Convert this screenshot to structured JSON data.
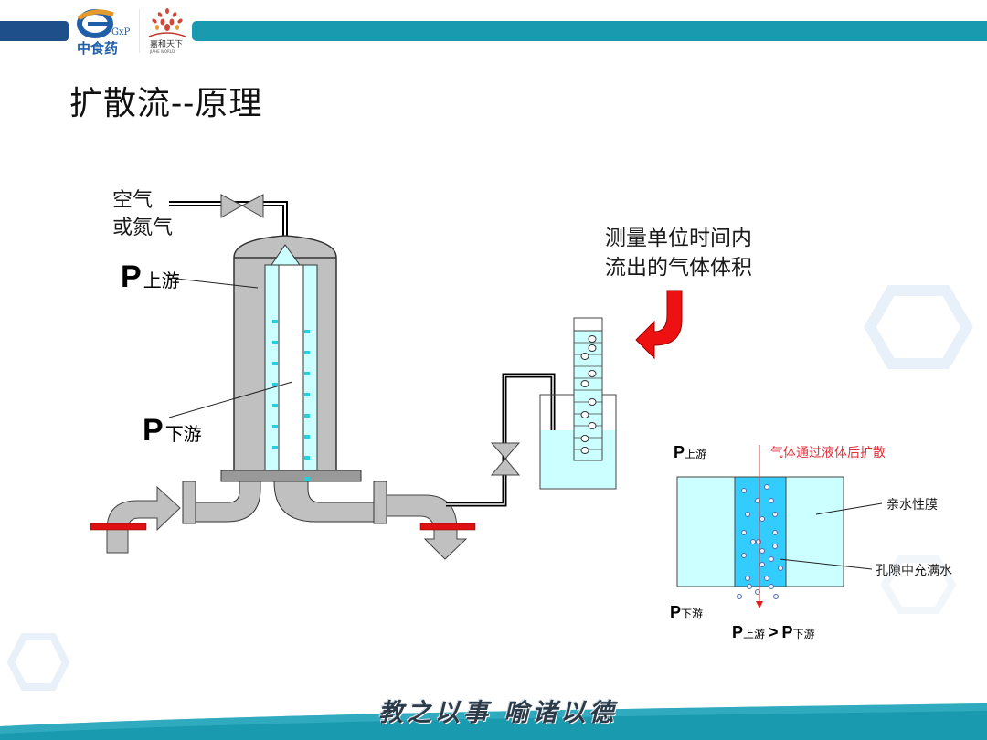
{
  "header": {
    "brand_left": {
      "name": "中食药",
      "tag": "GxP",
      "icon": "gxp-logo-icon"
    },
    "brand_right": {
      "name": "嘉和天下",
      "subtitle": "JIAHE WORLD",
      "icon": "tree-logo-icon"
    },
    "colors": {
      "left_bar": "#1e4f8a",
      "right_bar": "#1a9aae"
    }
  },
  "title": "扩散流--原理",
  "left_diagram": {
    "gas_inlet_label_line1": "空气",
    "gas_inlet_label_line2": "或氮气",
    "p_upstream": {
      "p": "P",
      "sub": "上游"
    },
    "p_downstream": {
      "p": "P",
      "sub": "下游"
    },
    "measure_label_line1": "测量单位时间内",
    "measure_label_line2": "流出的气体体积",
    "icons": [
      "valve-icon",
      "filter-housing-icon",
      "membrane-cartridge-icon",
      "inlet-arrow-icon",
      "outlet-arrow-icon",
      "burette-icon",
      "red-curved-arrow-icon"
    ]
  },
  "right_diagram": {
    "p_upstream": {
      "p": "P",
      "sub": "上游"
    },
    "p_downstream": {
      "p": "P",
      "sub": "下游"
    },
    "gas_diffusion_label": "气体通过液体后扩散",
    "membrane_label": "亲水性膜",
    "pore_label": "孔隙中充满水",
    "inequality": {
      "left_p": "P",
      "left_sub": "上游",
      "op": ">",
      "right_p": "P",
      "right_sub": "下游"
    },
    "colors": {
      "membrane": "#ccffff",
      "pore_water": "#33ccff",
      "arrow": "#e02020",
      "label_red": "#e0303a"
    }
  },
  "footer": {
    "motto": "教之以事  喻诸以德",
    "color": "#1a9aae"
  }
}
